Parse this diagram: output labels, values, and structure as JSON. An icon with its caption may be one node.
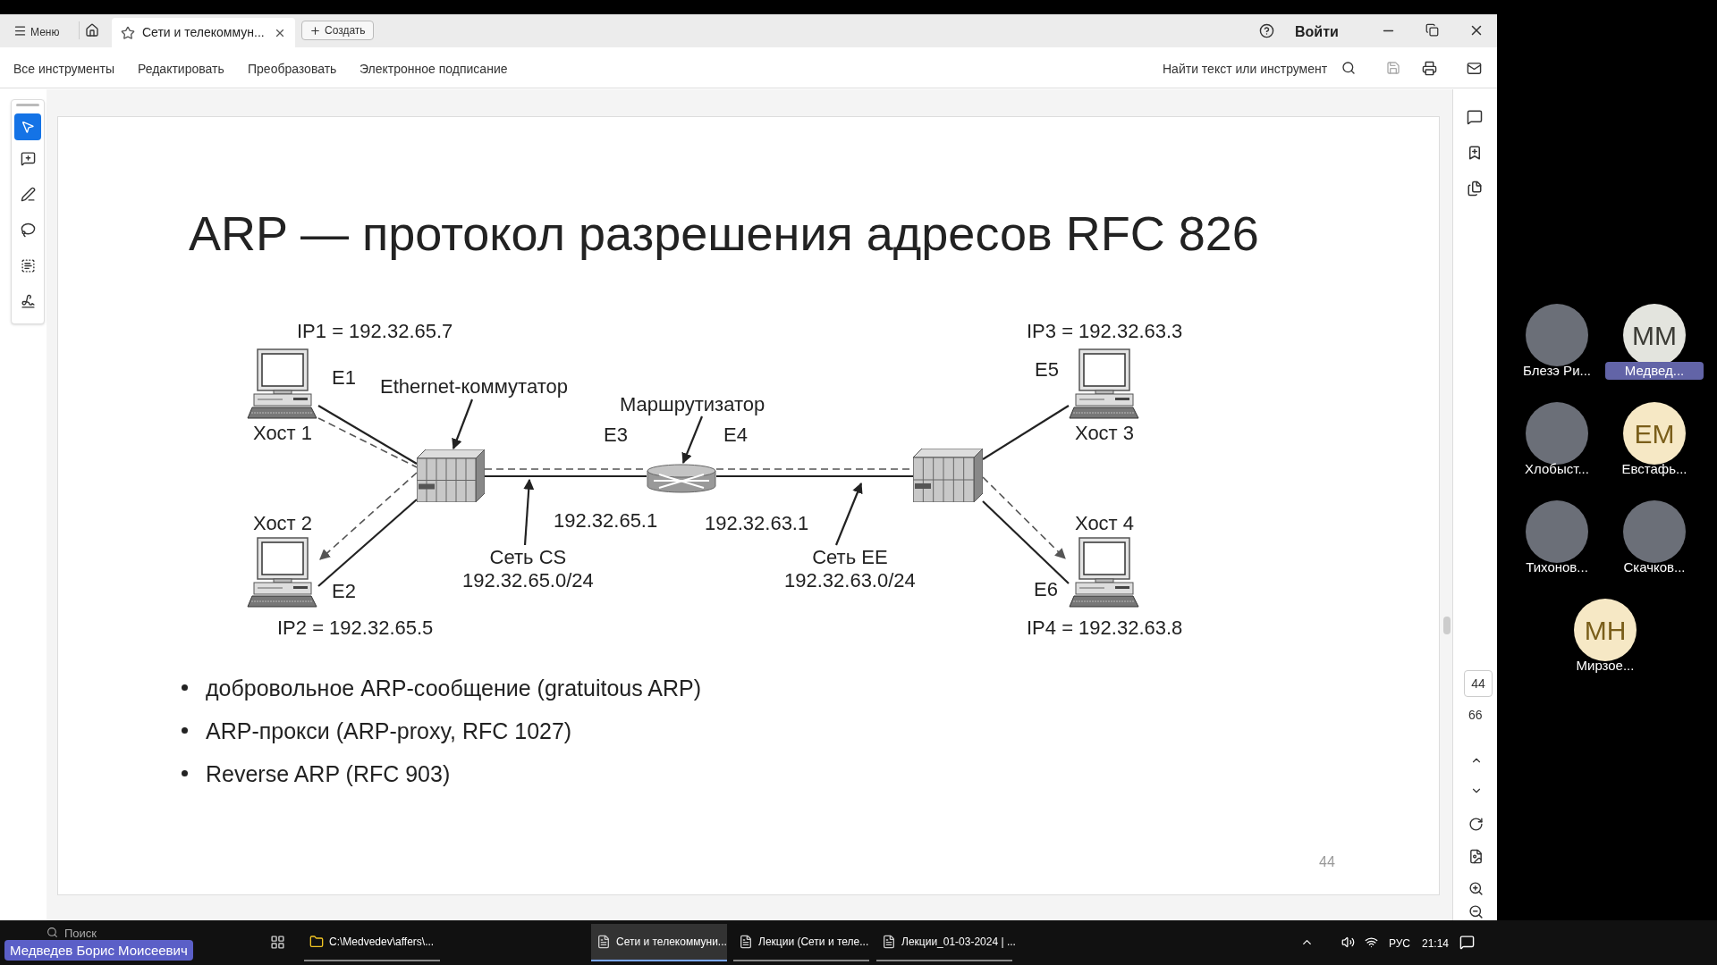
{
  "diagram": {
    "title": "ARP — протокол разрешения адресов RFC 826",
    "nodes": [
      {
        "text": [
          "Хост 1"
        ],
        "beside": [
          "IP1 = 192.32.65.7",
          "E1"
        ]
      },
      {
        "text": [
          "Ethernet-коммутатор"
        ]
      },
      {
        "text": [
          "Маршрутизатор"
        ]
      },
      {
        "text": [
          "Хост 3"
        ],
        "beside": [
          "IP3 = 192.32.63.3",
          "E5"
        ]
      },
      {
        "text": [],
        "shape": "picture"
      },
      {
        "text": [],
        "shape": "picture"
      },
      {
        "text": [],
        "shape": "picture"
      },
      {
        "text": [
          "Хост 2"
        ],
        "beside": [
          "E2",
          "IP2 = 192.32.65.5"
        ]
      },
      {
        "text": [
          "Сеть CS 192.32.65.0/24"
        ]
      },
      {
        "text": [
          "Сеть EE 192.32.63.0/24"
        ]
      },
      {
        "text": [
          "Хост 4"
        ],
        "beside": [
          "E6",
          "IP4 = 192.32.63.8"
        ]
      }
    ],
    "edges": [
      {
        "from": 0,
        "to": 4,
        "arrow": "none"
      },
      {
        "from": 7,
        "to": 4,
        "arrow": "none"
      },
      {
        "from": 4,
        "to": 5,
        "arrow": "none"
      },
      {
        "from": 5,
        "to": 6,
        "arrow": "none"
      },
      {
        "from": 6,
        "to": 3,
        "arrow": "none"
      },
      {
        "from": 6,
        "to": 10,
        "arrow": "none"
      },
      {
        "from": 0,
        "to": 4,
        "arrow": "none",
        "style": "dashed",
        "color": "#555555"
      },
      {
        "from": 4,
        "to": 7,
        "arrow": "to",
        "style": "dashed",
        "color": "#555555"
      },
      {
        "from": 4,
        "to": 5,
        "arrow": "none",
        "style": "dashed",
        "color": "#555555"
      },
      {
        "from": 5,
        "to": 6,
        "arrow": "none",
        "style": "dashed",
        "color": "#555555"
      },
      {
        "from": 6,
        "to": 10,
        "arrow": "to",
        "style": "dashed",
        "color": "#555555"
      },
      {
        "from": 1,
        "to": 4,
        "arrow": "to"
      },
      {
        "from": 2,
        "to": 5,
        "arrow": "to"
      },
      {
        "from": 8,
        "to": null,
        "arrow": "to"
      },
      {
        "from": 9,
        "to": null,
        "arrow": "to"
      }
    ],
    "labels": [
      "Меню",
      "Сети и телекоммун...",
      "Создать",
      "Войти",
      "Все инструменты",
      "Редактировать",
      "Преобразовать",
      "Электронное подписание",
      "Найти текст или инструмент",
      "добровольное ARP-сообщение (gratuitous ARP)",
      "ARP-прокси (ARP-proxy, RFC 1027)",
      "Reverse ARP (RFC 903)",
      "44",
      "44",
      "66",
      "Блезэ Ри...",
      "ММ",
      "Медвед...",
      "Хлобыст...",
      "ЕМ",
      "Евстафь...",
      "Тихонов...",
      "Скачков...",
      "МН",
      "Мирзое...",
      "Поиск",
      "Медведев Борис Моисеевич",
      "C:\\Medvedev\\affers\\...",
      "Сети и телекоммуни...",
      "Лекции (Сети и теле...",
      "Лекции_01-03-2024 | ...",
      "РУС",
      "21:14",
      "E3",
      "E4",
      "192.32.65.1",
      "192.32.63.1"
    ]
  }
}
